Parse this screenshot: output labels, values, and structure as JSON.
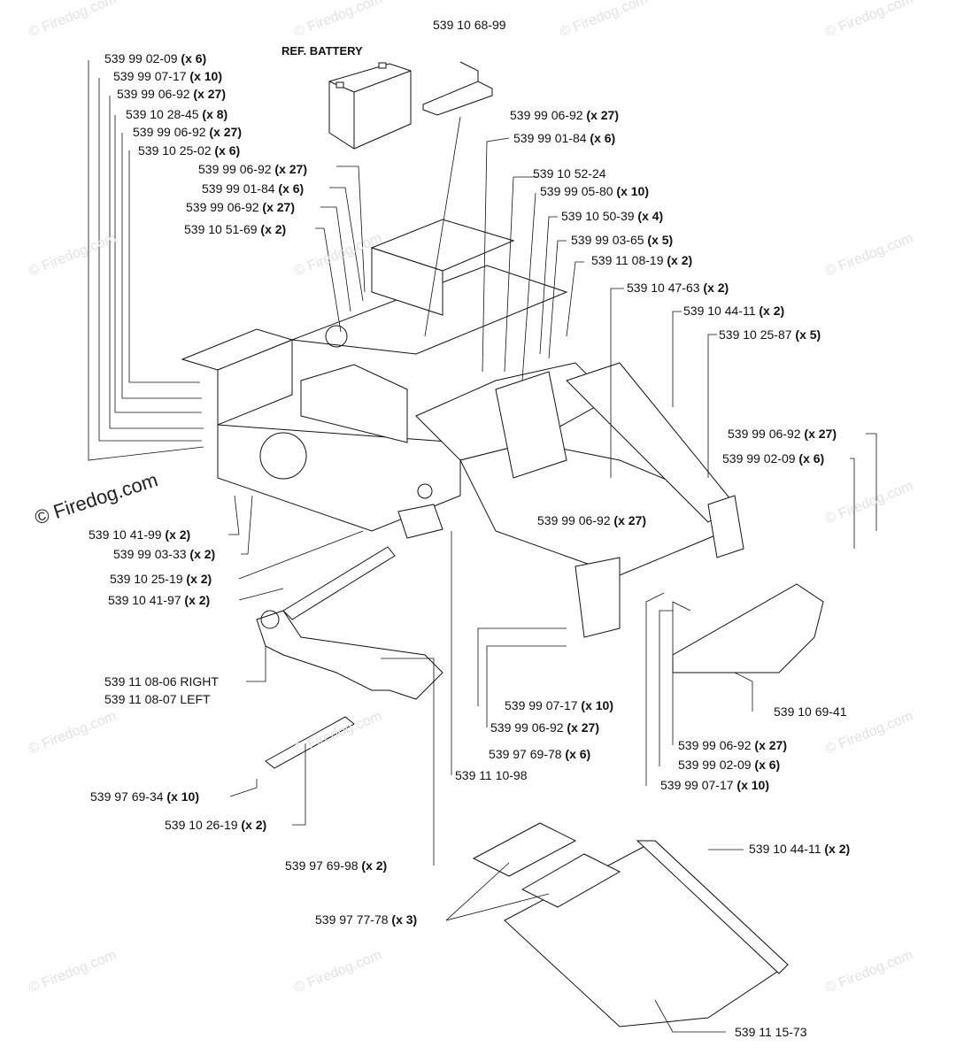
{
  "watermark": {
    "text": "© Firedog.com"
  },
  "ref_battery": "REF. BATTERY",
  "labels": [
    {
      "part": "539 10 68-99",
      "qty": ""
    },
    {
      "part": "539 99 02-09",
      "qty": "(x 6)"
    },
    {
      "part": "539 99 07-17",
      "qty": "(x 10)"
    },
    {
      "part": "539 99 06-92",
      "qty": "(x 27)"
    },
    {
      "part": "539 10 28-45",
      "qty": "(x 8)"
    },
    {
      "part": "539 99 06-92",
      "qty": "(x 27)"
    },
    {
      "part": "539 10 25-02",
      "qty": "(x 6)"
    },
    {
      "part": "539 99 06-92",
      "qty": "(x 27)"
    },
    {
      "part": "539 99 01-84",
      "qty": "(x 6)"
    },
    {
      "part": "539 99 06-92",
      "qty": "(x 27)"
    },
    {
      "part": "539 10 51-69",
      "qty": "(x 2)"
    },
    {
      "part": "539 99 06-92",
      "qty": "(x 27)"
    },
    {
      "part": "539 99 01-84",
      "qty": "(x 6)"
    },
    {
      "part": "539 10 52-24",
      "qty": ""
    },
    {
      "part": "539 99 05-80",
      "qty": "(x 10)"
    },
    {
      "part": "539 10 50-39",
      "qty": "(x 4)"
    },
    {
      "part": "539 99 03-65",
      "qty": "(x 5)"
    },
    {
      "part": "539 11 08-19",
      "qty": "(x 2)"
    },
    {
      "part": "539 10 47-63",
      "qty": "(x 2)"
    },
    {
      "part": "539 10 44-11",
      "qty": "(x 2)"
    },
    {
      "part": "539 10 25-87",
      "qty": "(x 5)"
    },
    {
      "part": "539 99 06-92",
      "qty": "(x 27)"
    },
    {
      "part": "539 99 02-09",
      "qty": "(x 6)"
    },
    {
      "part": "539 99 06-92",
      "qty": "(x 27)"
    },
    {
      "part": "539 10 41-99",
      "qty": "(x 2)"
    },
    {
      "part": "539 99 03-33",
      "qty": "(x 2)"
    },
    {
      "part": "539 10 25-19",
      "qty": "(x 2)"
    },
    {
      "part": "539 10 41-97",
      "qty": "(x 2)"
    },
    {
      "part": "539 11 08-06 RIGHT",
      "qty": ""
    },
    {
      "part": "539 11 08-07 LEFT",
      "qty": ""
    },
    {
      "part": "539 10 69-41",
      "qty": ""
    },
    {
      "part": "539 99 07-17",
      "qty": "(x 10)"
    },
    {
      "part": "539 99 06-92",
      "qty": "(x 27)"
    },
    {
      "part": "539 97 69-78",
      "qty": "(x 6)"
    },
    {
      "part": "539 11 10-98",
      "qty": ""
    },
    {
      "part": "539 99 06-92",
      "qty": "(x 27)"
    },
    {
      "part": "539 99 02-09",
      "qty": "(x 6)"
    },
    {
      "part": "539 99 07-17",
      "qty": "(x 10)"
    },
    {
      "part": "539 97 69-34",
      "qty": "(x 10)"
    },
    {
      "part": "539 10 26-19",
      "qty": "(x 2)"
    },
    {
      "part": "539 97 69-98",
      "qty": "(x 2)"
    },
    {
      "part": "539 10 44-11",
      "qty": "(x 2)"
    },
    {
      "part": "539 97 77-78",
      "qty": "(x 3)"
    },
    {
      "part": "539 11 15-73",
      "qty": ""
    }
  ]
}
